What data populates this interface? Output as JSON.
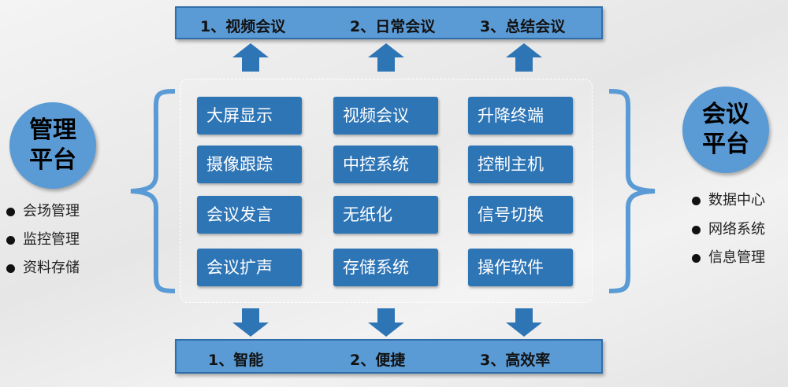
{
  "top_bar": [
    "1、视频会议",
    "2、日常会议",
    "3、总结会议"
  ],
  "bottom_bar": [
    "1、智能",
    "2、便捷",
    "3、高效率"
  ],
  "grid": [
    [
      "大屏显示",
      "视频会议",
      "升降终端"
    ],
    [
      "摄像跟踪",
      "中控系统",
      "控制主机"
    ],
    [
      "会议发言",
      "无纸化",
      "信号切换"
    ],
    [
      "会议扩声",
      "存储系统",
      "操作软件"
    ]
  ],
  "left": {
    "title_line1": "管理",
    "title_line2": "平台",
    "items": [
      "会场管理",
      "监控管理",
      "资料存储"
    ]
  },
  "right": {
    "title_line1": "会议",
    "title_line2": "平台",
    "items": [
      "数据中心",
      "网络系统",
      "信息管理"
    ]
  },
  "colors": {
    "box": "#2e75b6",
    "light": "#5b9bd5"
  }
}
